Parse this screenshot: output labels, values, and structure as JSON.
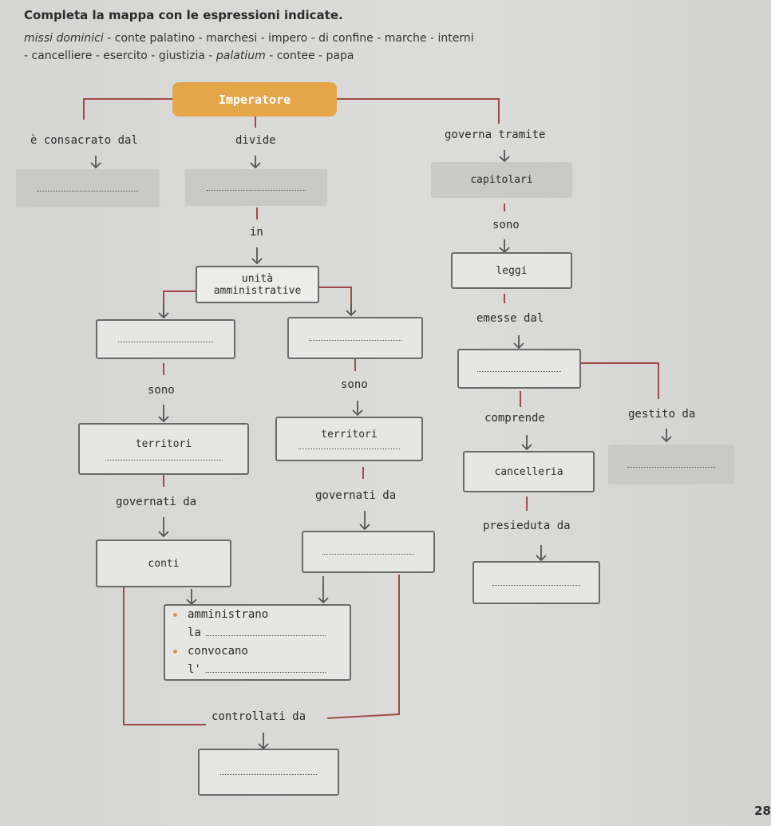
{
  "instruction": "Completa la mappa con le espressioni indicate.",
  "word_bank": {
    "line1": [
      {
        "t": "missi dominici",
        "italic": true
      },
      {
        "t": " - conte palatino - marchesi - impero - di confine - marche - interni",
        "italic": false
      }
    ],
    "line2": [
      {
        "t": "- cancelliere - esercito - giustizia - ",
        "italic": false
      },
      {
        "t": "palatium",
        "italic": true
      },
      {
        "t": " - contee - papa",
        "italic": false
      }
    ]
  },
  "map": {
    "root": "Imperatore",
    "consacrato": "è consacrato dal",
    "divide": "divide",
    "governa": "governa tramite",
    "capitolari": "capitolari",
    "in": "in",
    "sono1": "sono",
    "unita_1": "unità",
    "unita_2": "amministrative",
    "leggi": "leggi",
    "emesse": "emesse dal",
    "sono_left": "sono",
    "sono_right": "sono",
    "comprende": "comprende",
    "gestito": "gestito da",
    "territori_left": "territori",
    "territori_right": "territori",
    "cancelleria": "cancelleria",
    "governati_left": "governati da",
    "governati_right": "governati da",
    "presieduta": "presieduta da",
    "conti": "conti",
    "amministrano": "amministrano",
    "la": "la",
    "convocano": "convocano",
    "l": "l'",
    "controllati": "controllati da"
  },
  "page_number": "28",
  "colors": {
    "accent": "#e5a64a",
    "line": "#a24a4a"
  }
}
